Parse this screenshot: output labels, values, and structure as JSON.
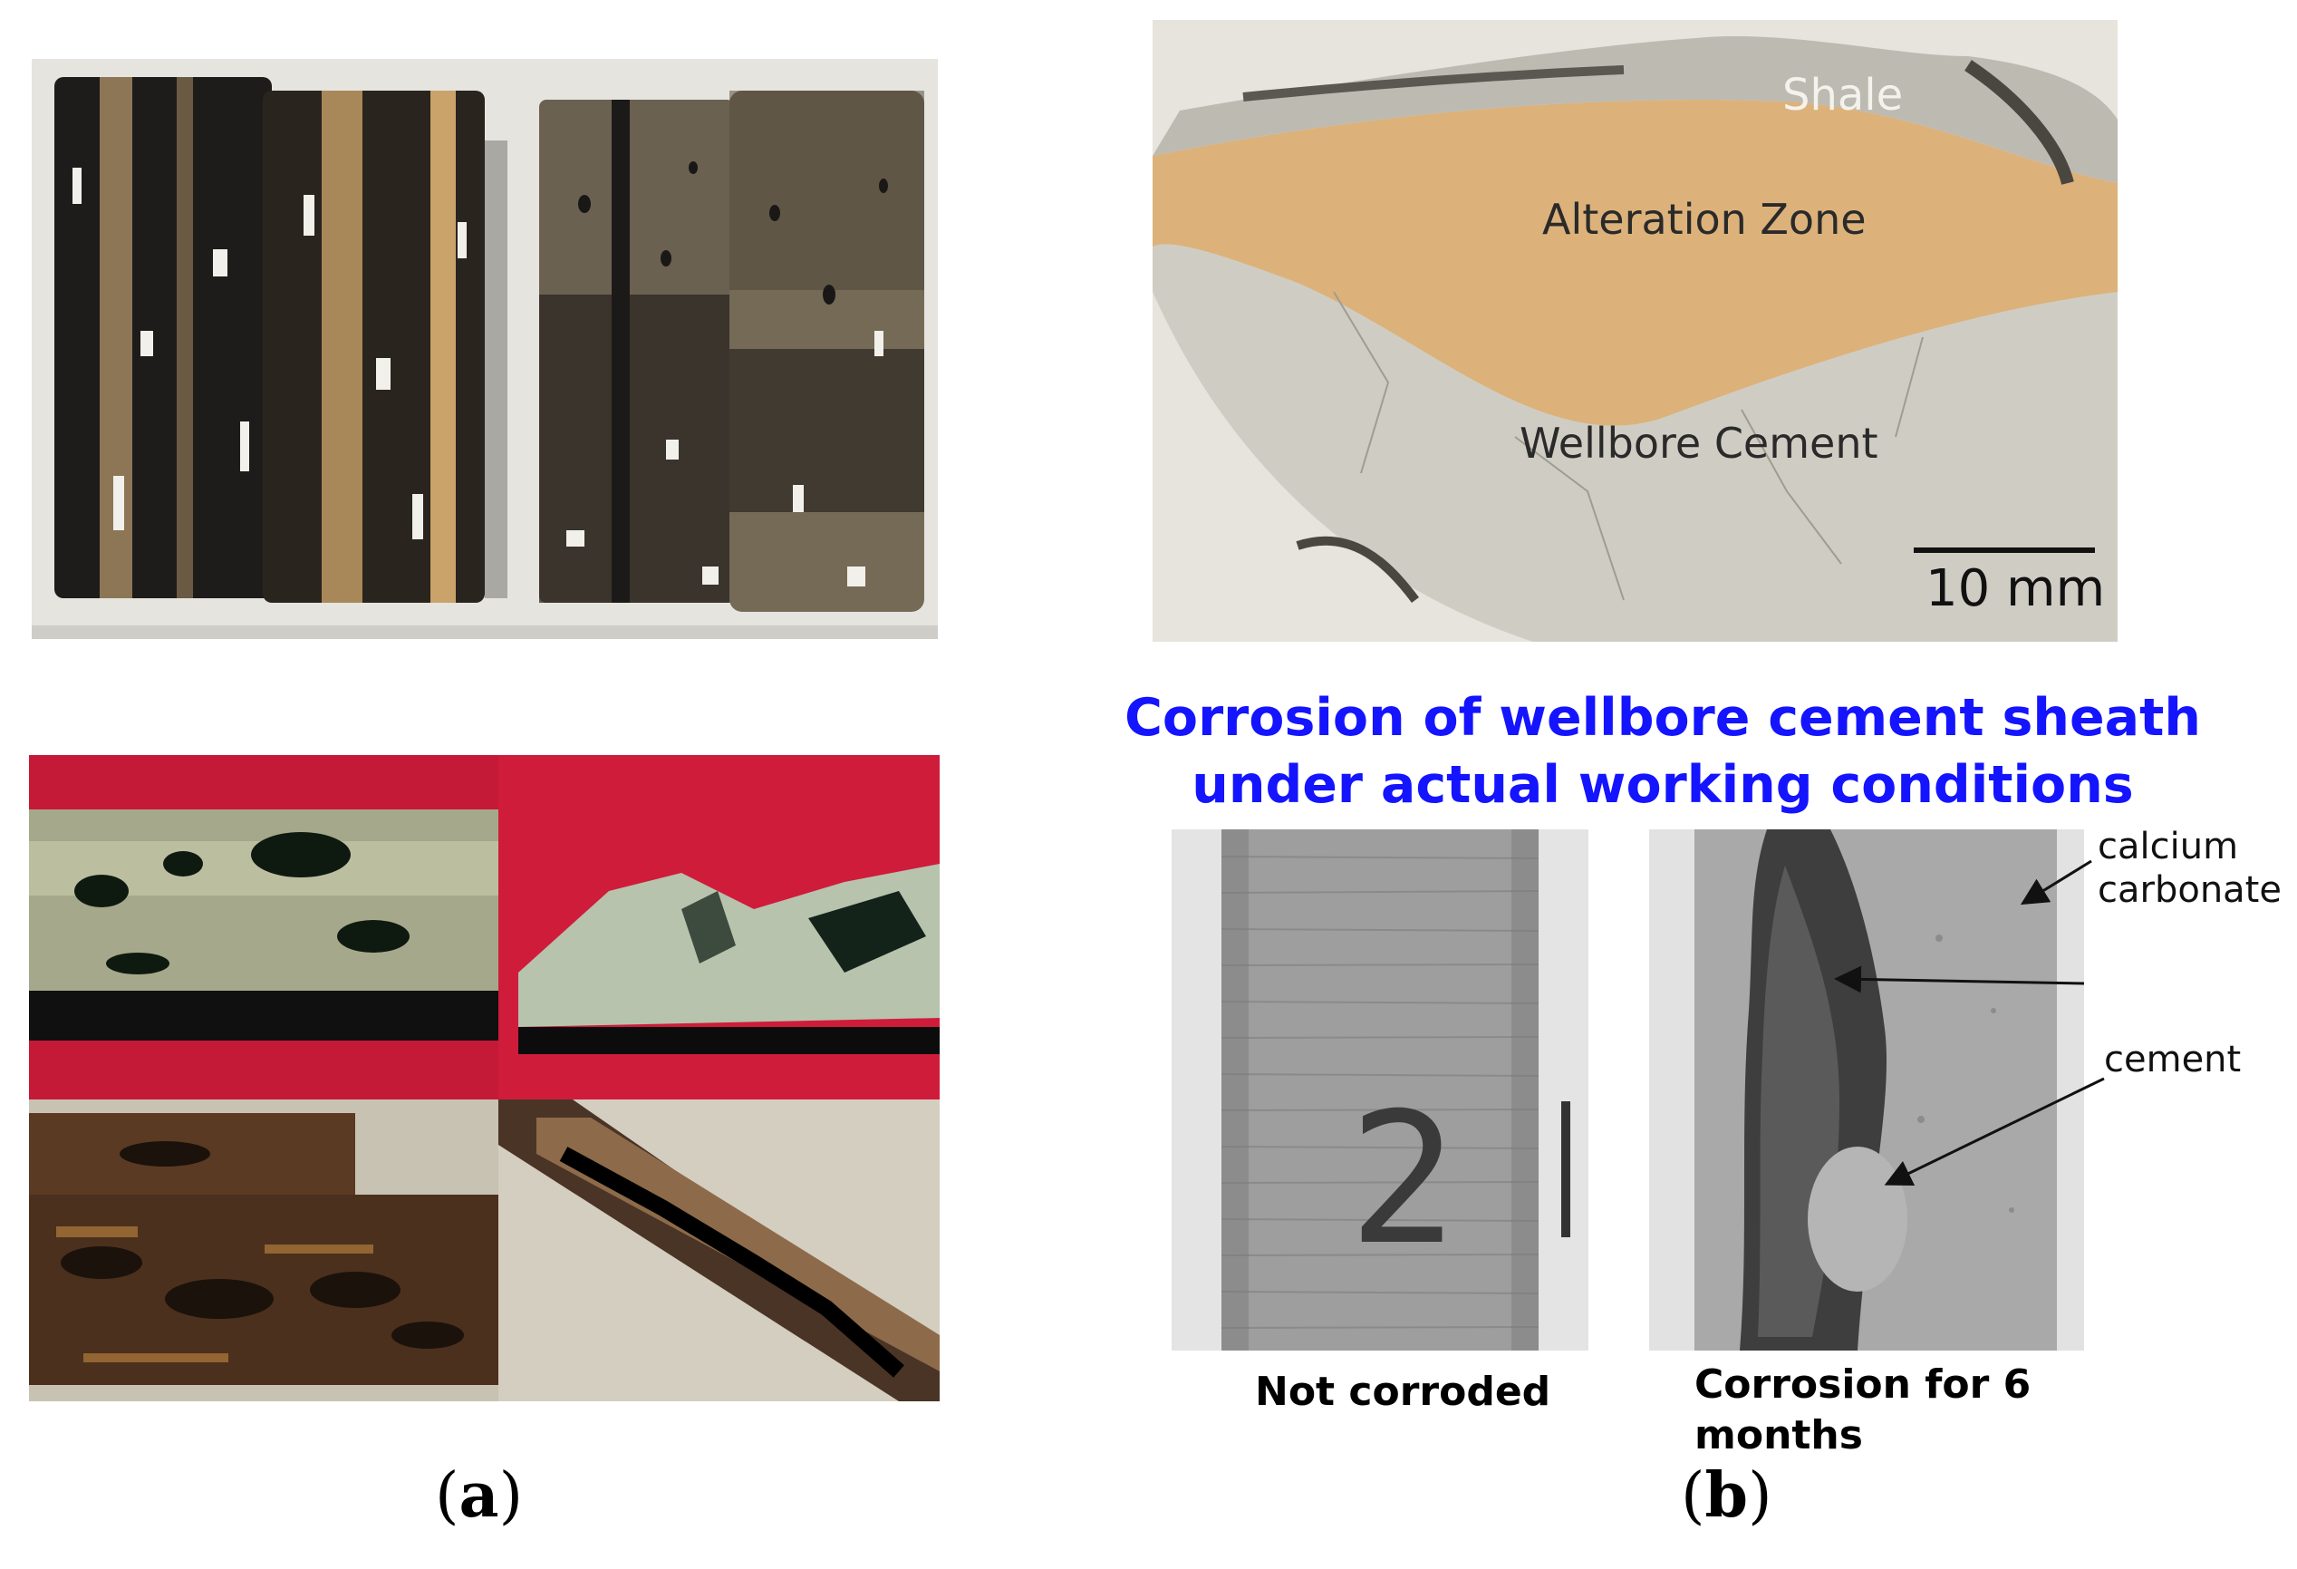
{
  "panels": {
    "a": {
      "label_open": "(",
      "letter": "a",
      "label_close": ")"
    },
    "b": {
      "label_open": "(",
      "letter": "b",
      "label_close": ")"
    }
  },
  "core_section": {
    "labels": {
      "shale": "Shale",
      "alteration": "Alteration Zone",
      "cement": "Wellbore Cement"
    },
    "scale_bar": "10 mm"
  },
  "title": {
    "line1": "Corrosion of wellbore cement sheath",
    "line2": "under actual working conditions"
  },
  "comparison": {
    "left_caption": "Not corroded",
    "right_caption_line1": "Corrosion for 6",
    "right_caption_line2": "months",
    "sample_number": "2",
    "annotations": {
      "calcium_line1": "calcium",
      "calcium_line2": "carbonate",
      "cement": "cement"
    }
  },
  "colors": {
    "title_blue": "#1414ff",
    "red_background": "#d41c3c",
    "alteration_tan": "#dcb27a",
    "cement_grey": "#cfcdc3"
  }
}
